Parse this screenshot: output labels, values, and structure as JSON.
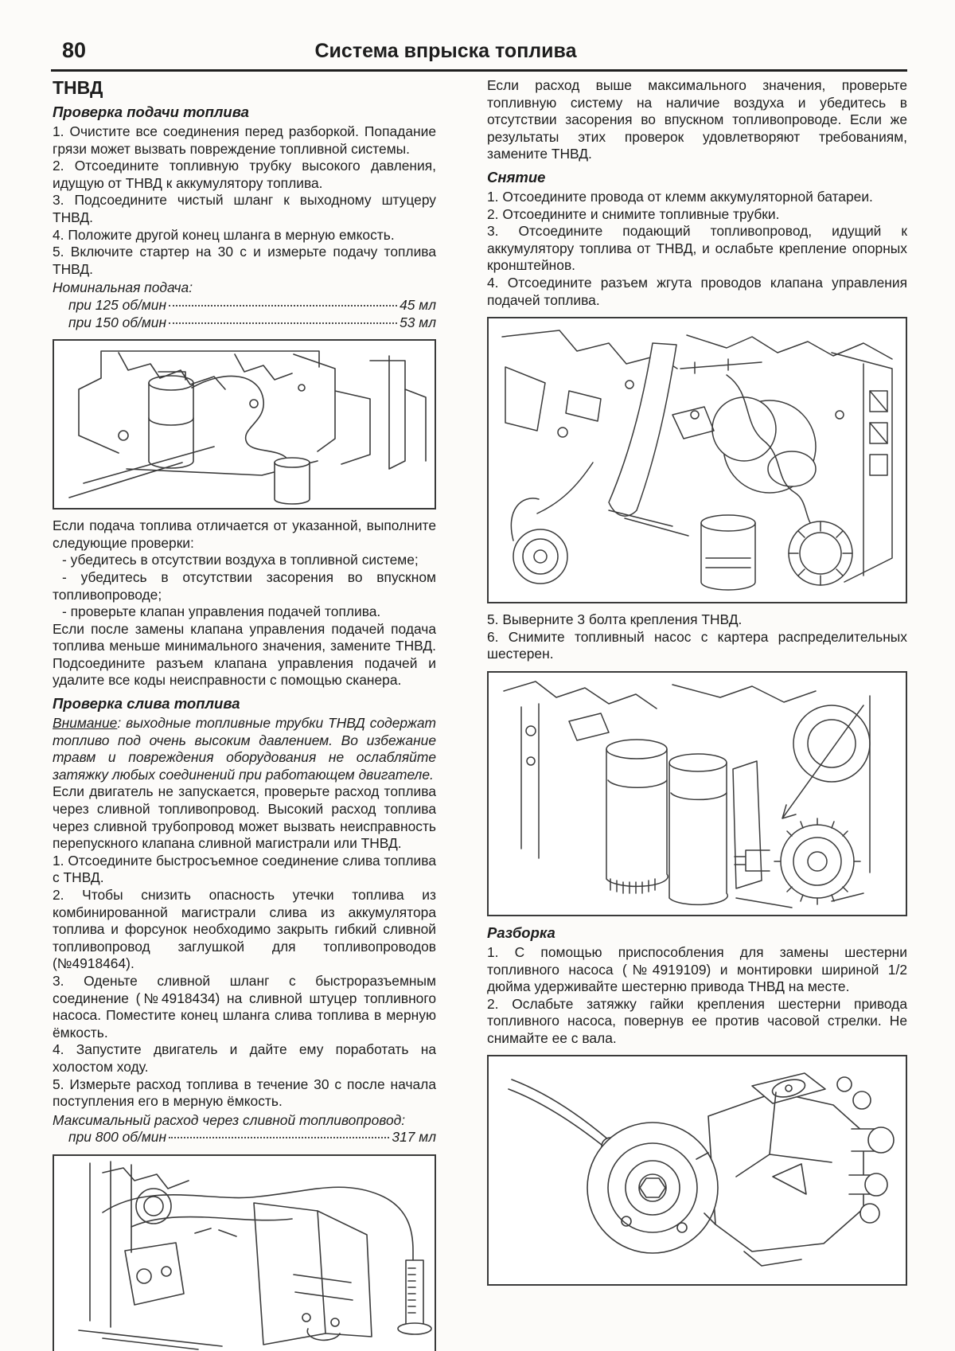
{
  "page": {
    "number": "80",
    "title": "Система впрыска топлива"
  },
  "left": {
    "heading": "ТНВД",
    "supply": {
      "title": "Проверка подачи топлива",
      "paras": [
        "1. Очистите все соединения перед разборкой. Попадание грязи может вызвать повреждение топливной системы.",
        "2. Отсоедините топливную трубку высокого давления, идущую от ТНВД к аккумулятору топлива.",
        "3. Подсоедините чистый шланг к выходному штуцеру ТНВД.",
        "4. Положите другой конец шланга в мерную емкость.",
        "5. Включите стартер на 30 с и измерьте подачу топлива ТНВД."
      ],
      "spec_title": "Номинальная подача:",
      "spec_rows": [
        {
          "label": "при 125 об/мин",
          "value": "45 мл"
        },
        {
          "label": "при 150 об/мин",
          "value": "53 мл"
        }
      ]
    },
    "after_figure": {
      "intro": "Если подача топлива отличается от указанной, выполните следующие проверки:",
      "bullets": [
        "- убедитесь в отсутствии воздуха в топливной системе;",
        "- убедитесь в отсутствии засорения во впускном топливопроводе;",
        "- проверьте клапан управления подачей топлива."
      ],
      "outro": "Если после замены клапана управления подачей подача топлива меньше минимального значения, замените ТНВД. Подсоедините разъем клапана управления подачей и удалите все коды неисправности с помощью сканера."
    },
    "drain": {
      "title": "Проверка слива топлива",
      "warning_label": "Внимание",
      "warning_rest": ": выходные топливные трубки ТНВД содержат топливо под очень высоким давлением. Во избежание травм и повреждения оборудования не ослабляйте затяжку любых соединений при работающем двигателе.",
      "paras": [
        "Если двигатель не запускается, проверьте расход топлива через сливной топливопровод. Высокий расход топлива через сливной трубопровод может вызвать неисправность перепускного клапана сливной магистрали или ТНВД.",
        "1. Отсоедините быстросъемное соединение слива топлива с ТНВД.",
        "2. Чтобы снизить опасность утечки топлива из комбинированной магистрали слива из аккумулятора топлива и форсунок необходимо закрыть гибкий сливной топливопровод заглушкой для топливопроводов (№4918464).",
        "3. Оденьте сливной шланг с быстроразъемным соединение (№4918434) на сливной штуцер топливного насоса. Поместите конец шланга слива топлива в мерную ёмкость.",
        "4. Запустите двигатель и дайте ему поработать на холостом ходу.",
        "5. Измерьте расход топлива в течение 30 с после начала поступления его в мерную ёмкость."
      ],
      "spec_title": "Максимальный расход через сливной топливопровод:",
      "spec_rows": [
        {
          "label": "при 800 об/мин",
          "value": "317 мл"
        }
      ]
    }
  },
  "right": {
    "intro": "Если расход  выше максимального значения, проверьте топливную систему на наличие воздуха и убедитесь в отсутствии засорения во впускном топливопроводе. Если же результаты этих проверок удовлетворяют требованиям, замените ТНВД.",
    "removal": {
      "title": "Снятие",
      "paras": [
        "1. Отсоедините провода от клемм аккумуляторной батареи.",
        "2. Отсоедините и снимите топливные трубки.",
        "3. Отсоедините подающий топливопровод, идущий к аккумулятору топлива от ТНВД, и ослабьте крепление опорных кронштейнов.",
        "4. Отсоедините разъем жгута проводов клапана управления подачей топлива."
      ],
      "after_fig": [
        "5. Выверните 3 болта крепления ТНВД.",
        "6. Снимите топливный насос с картера распределительных шестерен."
      ]
    },
    "disassembly": {
      "title": "Разборка",
      "paras": [
        "1. С помощью приспособления для замены шестерни топливного насоса (№4919109) и монтировки шириной 1/2 дюйма удерживайте шестерню привода ТНВД на месте.",
        "2. Ослабьте затяжку гайки крепления шестерни привода топливного насоса, повернув ее против часовой стрелки. Не снимайте ее с вала."
      ]
    }
  }
}
